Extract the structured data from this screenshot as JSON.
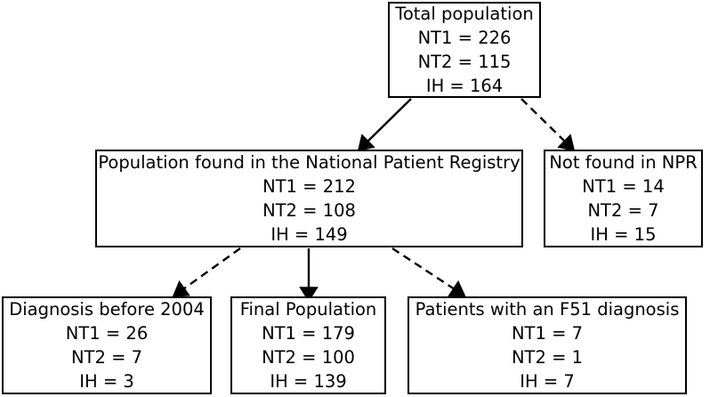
{
  "diagram": {
    "type": "flowchart",
    "orientation": "top-down",
    "colors": {
      "background": "#ffffff",
      "box_border": "#000000",
      "box_fill": "#ffffff",
      "text": "#000000",
      "arrow": "#000000"
    },
    "nodes": [
      {
        "id": "total",
        "title": "Total population",
        "lines": [
          "NT1 = 226",
          "NT2 = 115",
          "IH = 164"
        ],
        "values": {
          "NT1": 226,
          "NT2": 115,
          "IH": 164
        }
      },
      {
        "id": "npr",
        "title": "Population found in the National Patient Registry",
        "lines": [
          "NT1 = 212",
          "NT2 = 108",
          "IH = 149"
        ],
        "values": {
          "NT1": 212,
          "NT2": 108,
          "IH": 149
        }
      },
      {
        "id": "notfound",
        "title": "Not found in NPR",
        "lines": [
          "NT1 = 14",
          "NT2 = 7",
          "IH = 15"
        ],
        "values": {
          "NT1": 14,
          "NT2": 7,
          "IH": 15
        }
      },
      {
        "id": "before2004",
        "title": "Diagnosis before 2004",
        "lines": [
          "NT1 = 26",
          "NT2 = 7",
          "IH = 3"
        ],
        "values": {
          "NT1": 26,
          "NT2": 7,
          "IH": 3
        }
      },
      {
        "id": "final",
        "title": "Final Population",
        "lines": [
          "NT1 = 179",
          "NT2 = 100",
          "IH = 139"
        ],
        "values": {
          "NT1": 179,
          "NT2": 100,
          "IH": 139
        }
      },
      {
        "id": "f51",
        "title": "Patients with an F51 diagnosis",
        "lines": [
          "NT1 = 7",
          "NT2 = 1",
          "IH = 7"
        ],
        "values": {
          "NT1": 7,
          "NT2": 1,
          "IH": 7
        }
      }
    ],
    "edges": [
      {
        "id": "total-to-npr",
        "from": "total",
        "to": "npr",
        "style": "solid"
      },
      {
        "id": "total-to-notfound",
        "from": "total",
        "to": "notfound",
        "style": "dashed"
      },
      {
        "id": "npr-to-before2004",
        "from": "npr",
        "to": "before2004",
        "style": "dashed"
      },
      {
        "id": "npr-to-final",
        "from": "npr",
        "to": "final",
        "style": "solid"
      },
      {
        "id": "npr-to-f51",
        "from": "npr",
        "to": "f51",
        "style": "dashed"
      }
    ]
  }
}
